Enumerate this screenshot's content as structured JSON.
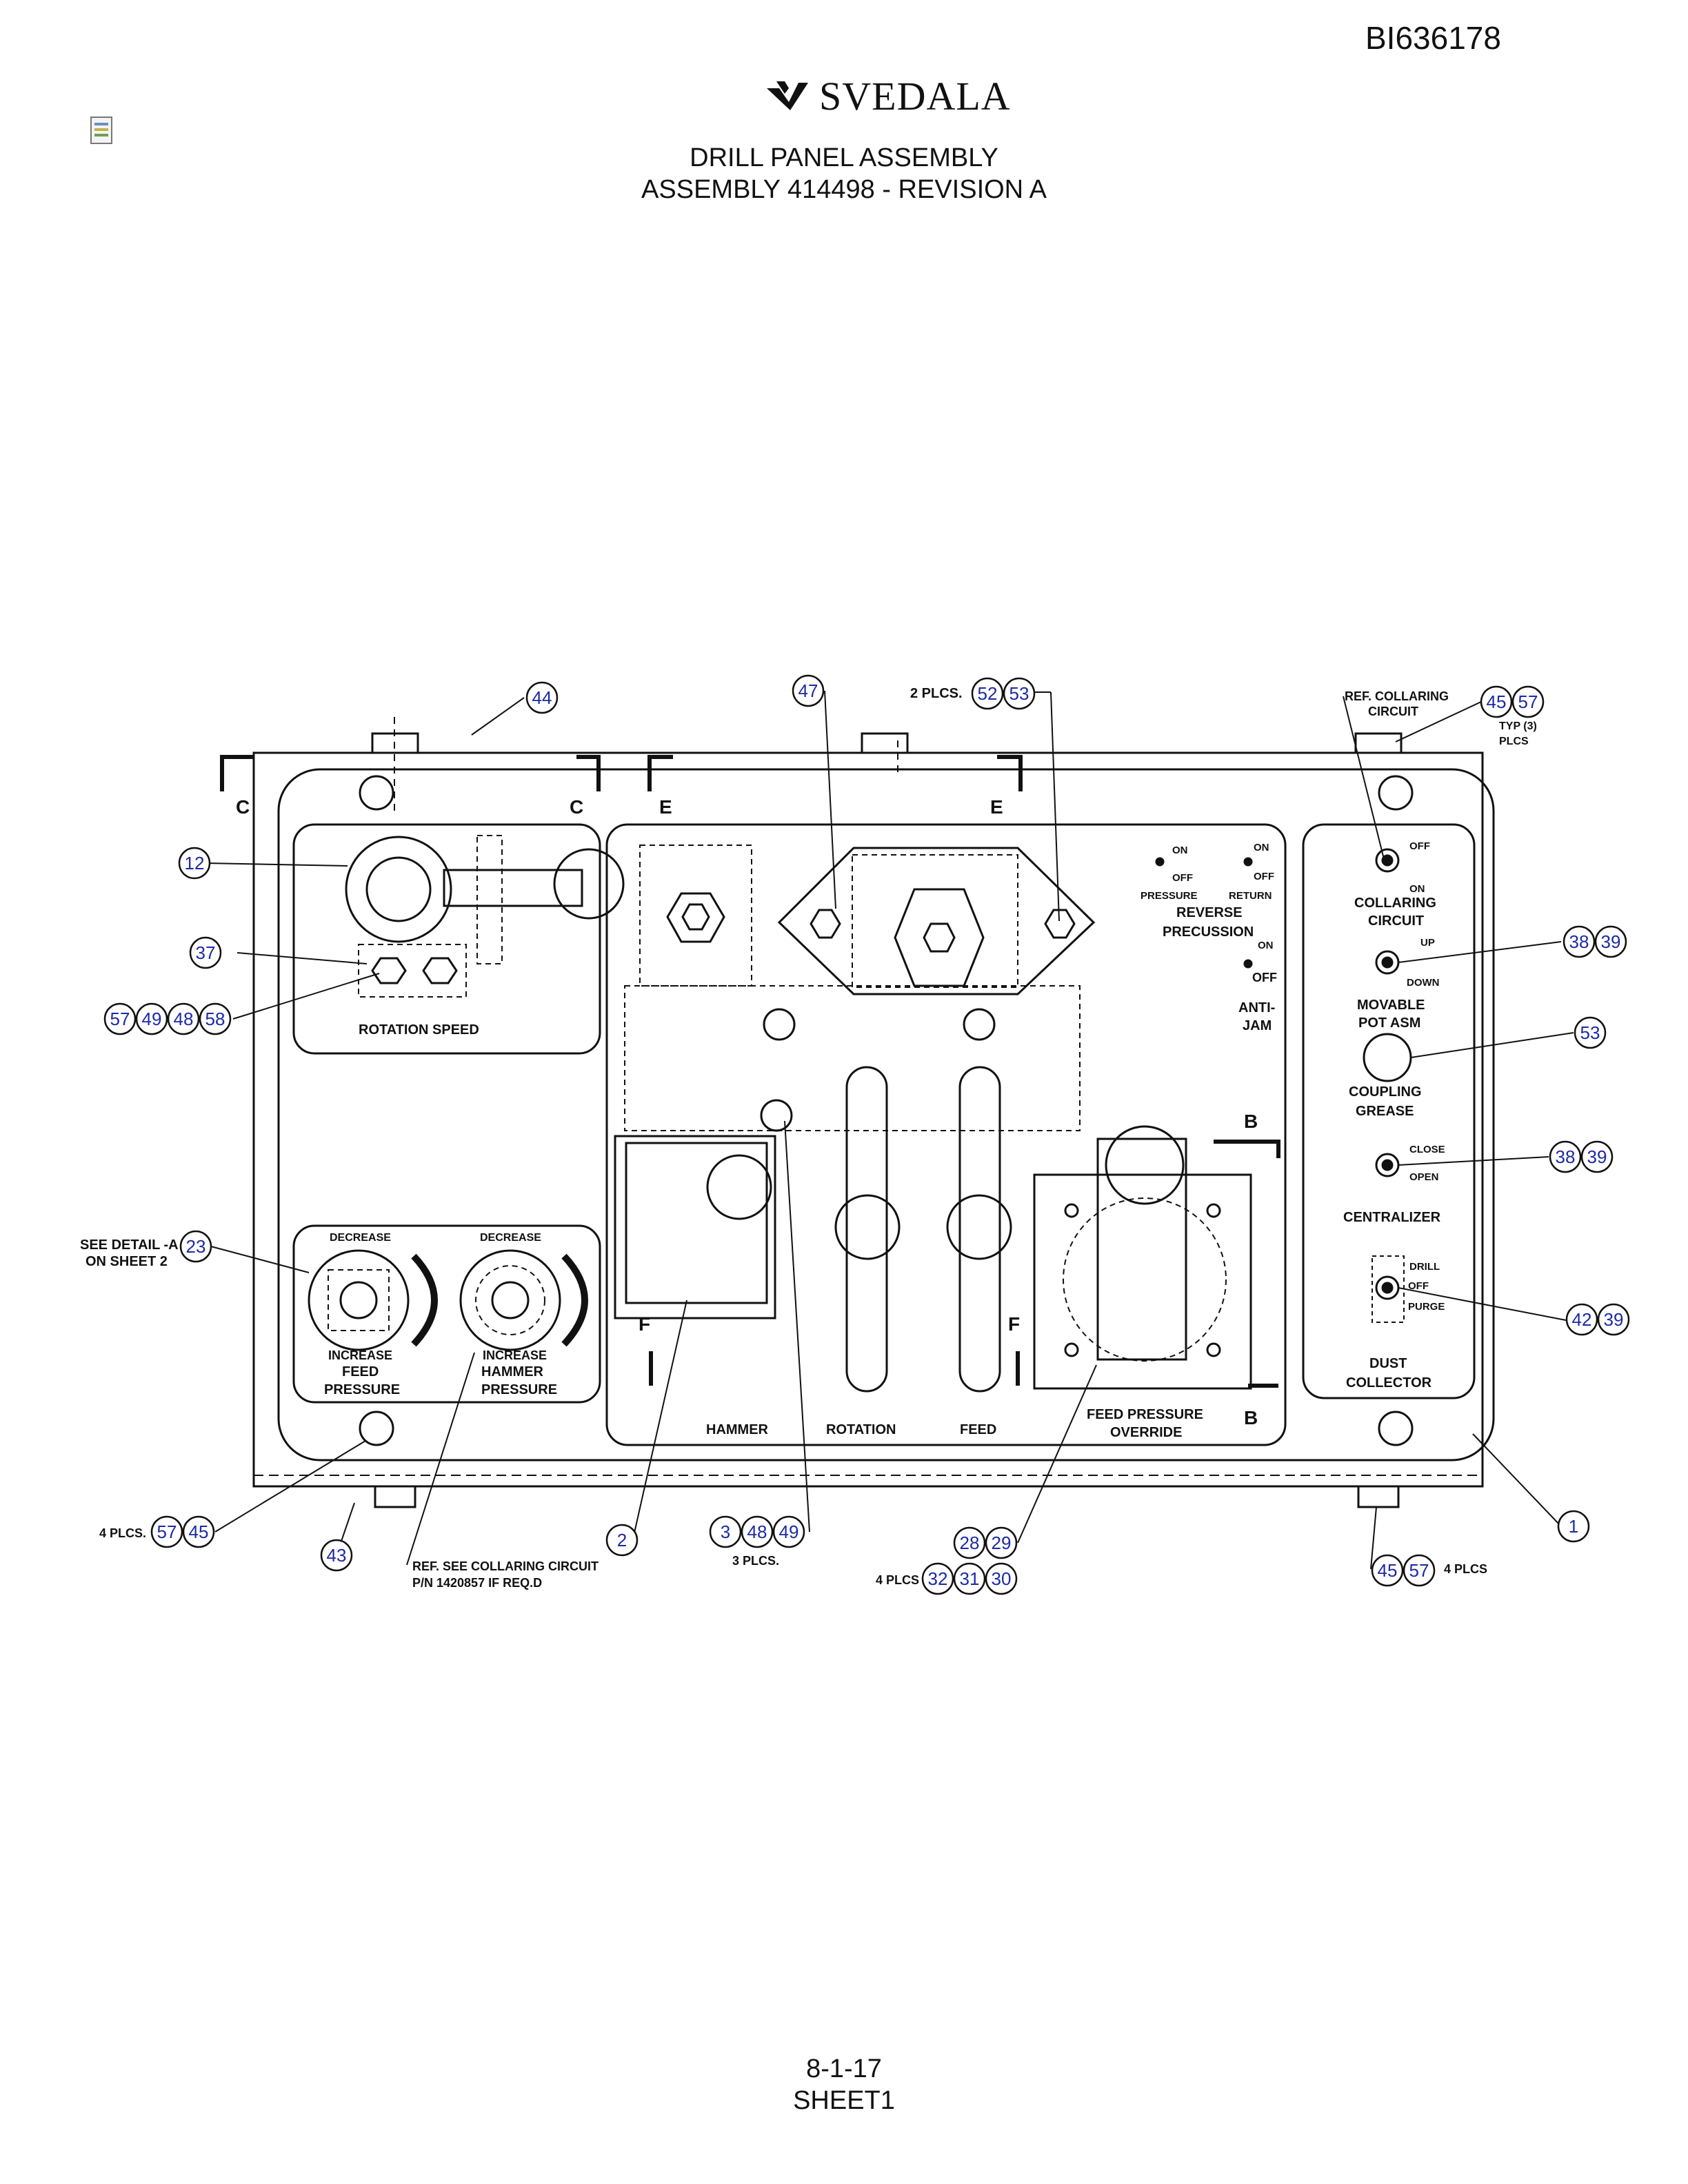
{
  "header": {
    "doc_id": "BI636178",
    "brand": "SVEDALA",
    "title_line1": "DRILL PANEL ASSEMBLY",
    "title_line2": "ASSEMBLY 414498 - REVISION A"
  },
  "footer": {
    "page": "8-1-17",
    "sheet": "SHEET1"
  },
  "icons": {
    "logo": "svedala-logo-icon",
    "doc": "document-icon"
  },
  "panel_labels": {
    "rotation_speed": "ROTATION SPEED",
    "decrease_feed": "DECREASE",
    "decrease_hammer": "DECREASE",
    "increase_feed": "INCREASE",
    "feed": "FEED",
    "pressure_feed": "PRESSURE",
    "increase_hammer": "INCREASE",
    "hammer_word": "HAMMER",
    "pressure_hammer": "PRESSURE",
    "hammer": "HAMMER",
    "rotation": "ROTATION",
    "feed_lever": "FEED",
    "feed_pressure": "FEED PRESSURE",
    "override": "OVERRIDE",
    "on_left": "ON",
    "off_left": "OFF",
    "pressure_small": "PRESSURE",
    "on_right": "ON",
    "off_right": "OFF",
    "return": "RETURN",
    "reverse": "REVERSE",
    "precussion": "PRECUSSION",
    "anti_on": "ON",
    "anti_off": "OFF",
    "anti": "ANTI-",
    "jam": "JAM",
    "coll_off": "OFF",
    "coll_on": "ON",
    "collaring": "COLLARING",
    "circuit": "CIRCUIT",
    "up": "UP",
    "down": "DOWN",
    "movable": "MOVABLE",
    "pot_asm": "POT ASM",
    "coupling": "COUPLING",
    "grease": "GREASE",
    "close": "CLOSE",
    "open": "OPEN",
    "centralizer": "CENTRALIZER",
    "drill": "DRILL",
    "dc_off": "OFF",
    "purge": "PURGE",
    "dust": "DUST",
    "collector": "COLLECTOR"
  },
  "section_marks": {
    "c_left": "C",
    "c_right": "C",
    "e_left": "E",
    "e_right": "E",
    "b_top": "B",
    "b_bottom": "B",
    "f_left": "F",
    "f_right": "F"
  },
  "notes": {
    "two_plcs": "2 PLCS.",
    "ref_collaring": "REF. COLLARING",
    "ref_circuit": "CIRCUIT",
    "typ3": "TYP (3)",
    "plcs": "PLCS",
    "see_detail": "SEE DETAIL -A",
    "on_sheet": "ON SHEET 2",
    "four_plcs_dot": "4 PLCS.",
    "ref_see": "REF. SEE COLLARING CIRCUIT",
    "pn": "P/N 1420857 IF REQ.D",
    "three_plcs": "3 PLCS.",
    "four_plcs_bottom": "4 PLCS",
    "four_plcs_right": "4 PLCS"
  },
  "callouts": {
    "c44": "44",
    "c47": "47",
    "c52": "52",
    "c53a": "53",
    "c45a": "45",
    "c57a": "57",
    "c12": "12",
    "c37": "37",
    "c57b": "57",
    "c49a": "49",
    "c48a": "48",
    "c58": "58",
    "c38a": "38",
    "c39a": "39",
    "c53b": "53",
    "c38b": "38",
    "c39b": "39",
    "c42": "42",
    "c39c": "39",
    "c23": "23",
    "c57c": "57",
    "c45b": "45",
    "c43": "43",
    "c2": "2",
    "c3": "3",
    "c48b": "48",
    "c49b": "49",
    "c28": "28",
    "c29": "29",
    "c32": "32",
    "c31": "31",
    "c30": "30",
    "c1": "1",
    "c45c": "45",
    "c57d": "57"
  }
}
